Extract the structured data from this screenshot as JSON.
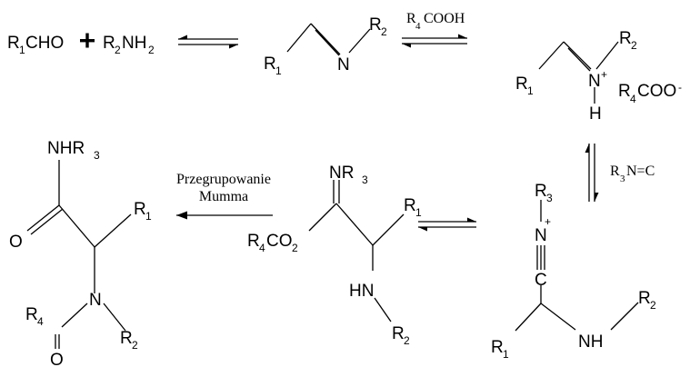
{
  "reagents": {
    "r1": "R",
    "r1_sub": "1",
    "cho": "CHO",
    "plus": "+",
    "r2": "R",
    "r2_sub": "2",
    "nh": "NH",
    "nh_sub": "2"
  },
  "imine": {
    "r1": "R",
    "r1_sub": "1",
    "r2": "R",
    "r2_sub": "2",
    "n": "N"
  },
  "acid": {
    "r": "R",
    "r_sub": "4",
    "cooh": "COOH"
  },
  "iminium": {
    "r1": "R",
    "r1_sub": "1",
    "r2": "R",
    "r2_sub": "2",
    "n": "N",
    "plus": "+",
    "h": "H",
    "anion_r": "R",
    "anion_sub": "4",
    "anion": "COO",
    "anion_charge": "-"
  },
  "isocyanide": {
    "r": "R",
    "r_sub": "3",
    "text": "N=C"
  },
  "nitrilium": {
    "r3": "R",
    "r3_sub": "3",
    "n": "N",
    "plus": "+",
    "c": "C",
    "r1": "R",
    "r1_sub": "1",
    "nh": "NH",
    "r2": "R",
    "r2_sub": "2"
  },
  "imidate": {
    "nr3": "NR",
    "nr3_sub": "3",
    "r1": "R",
    "r1_sub": "1",
    "r4co": "R",
    "r4_sub": "4",
    "co": "CO",
    "co_sub": "2",
    "hn": "HN",
    "r2": "R",
    "r2_sub": "2"
  },
  "rearrangement": {
    "line1": "Przegrupowanie",
    "line2": "Mumma"
  },
  "product": {
    "nhr3": "NHR",
    "nhr3_sub": "3",
    "o_top": "O",
    "r1": "R",
    "r1_sub": "1",
    "n": "N",
    "r4": "R",
    "r4_sub": "4",
    "r2": "R",
    "r2_sub": "2",
    "o_bottom": "O"
  }
}
